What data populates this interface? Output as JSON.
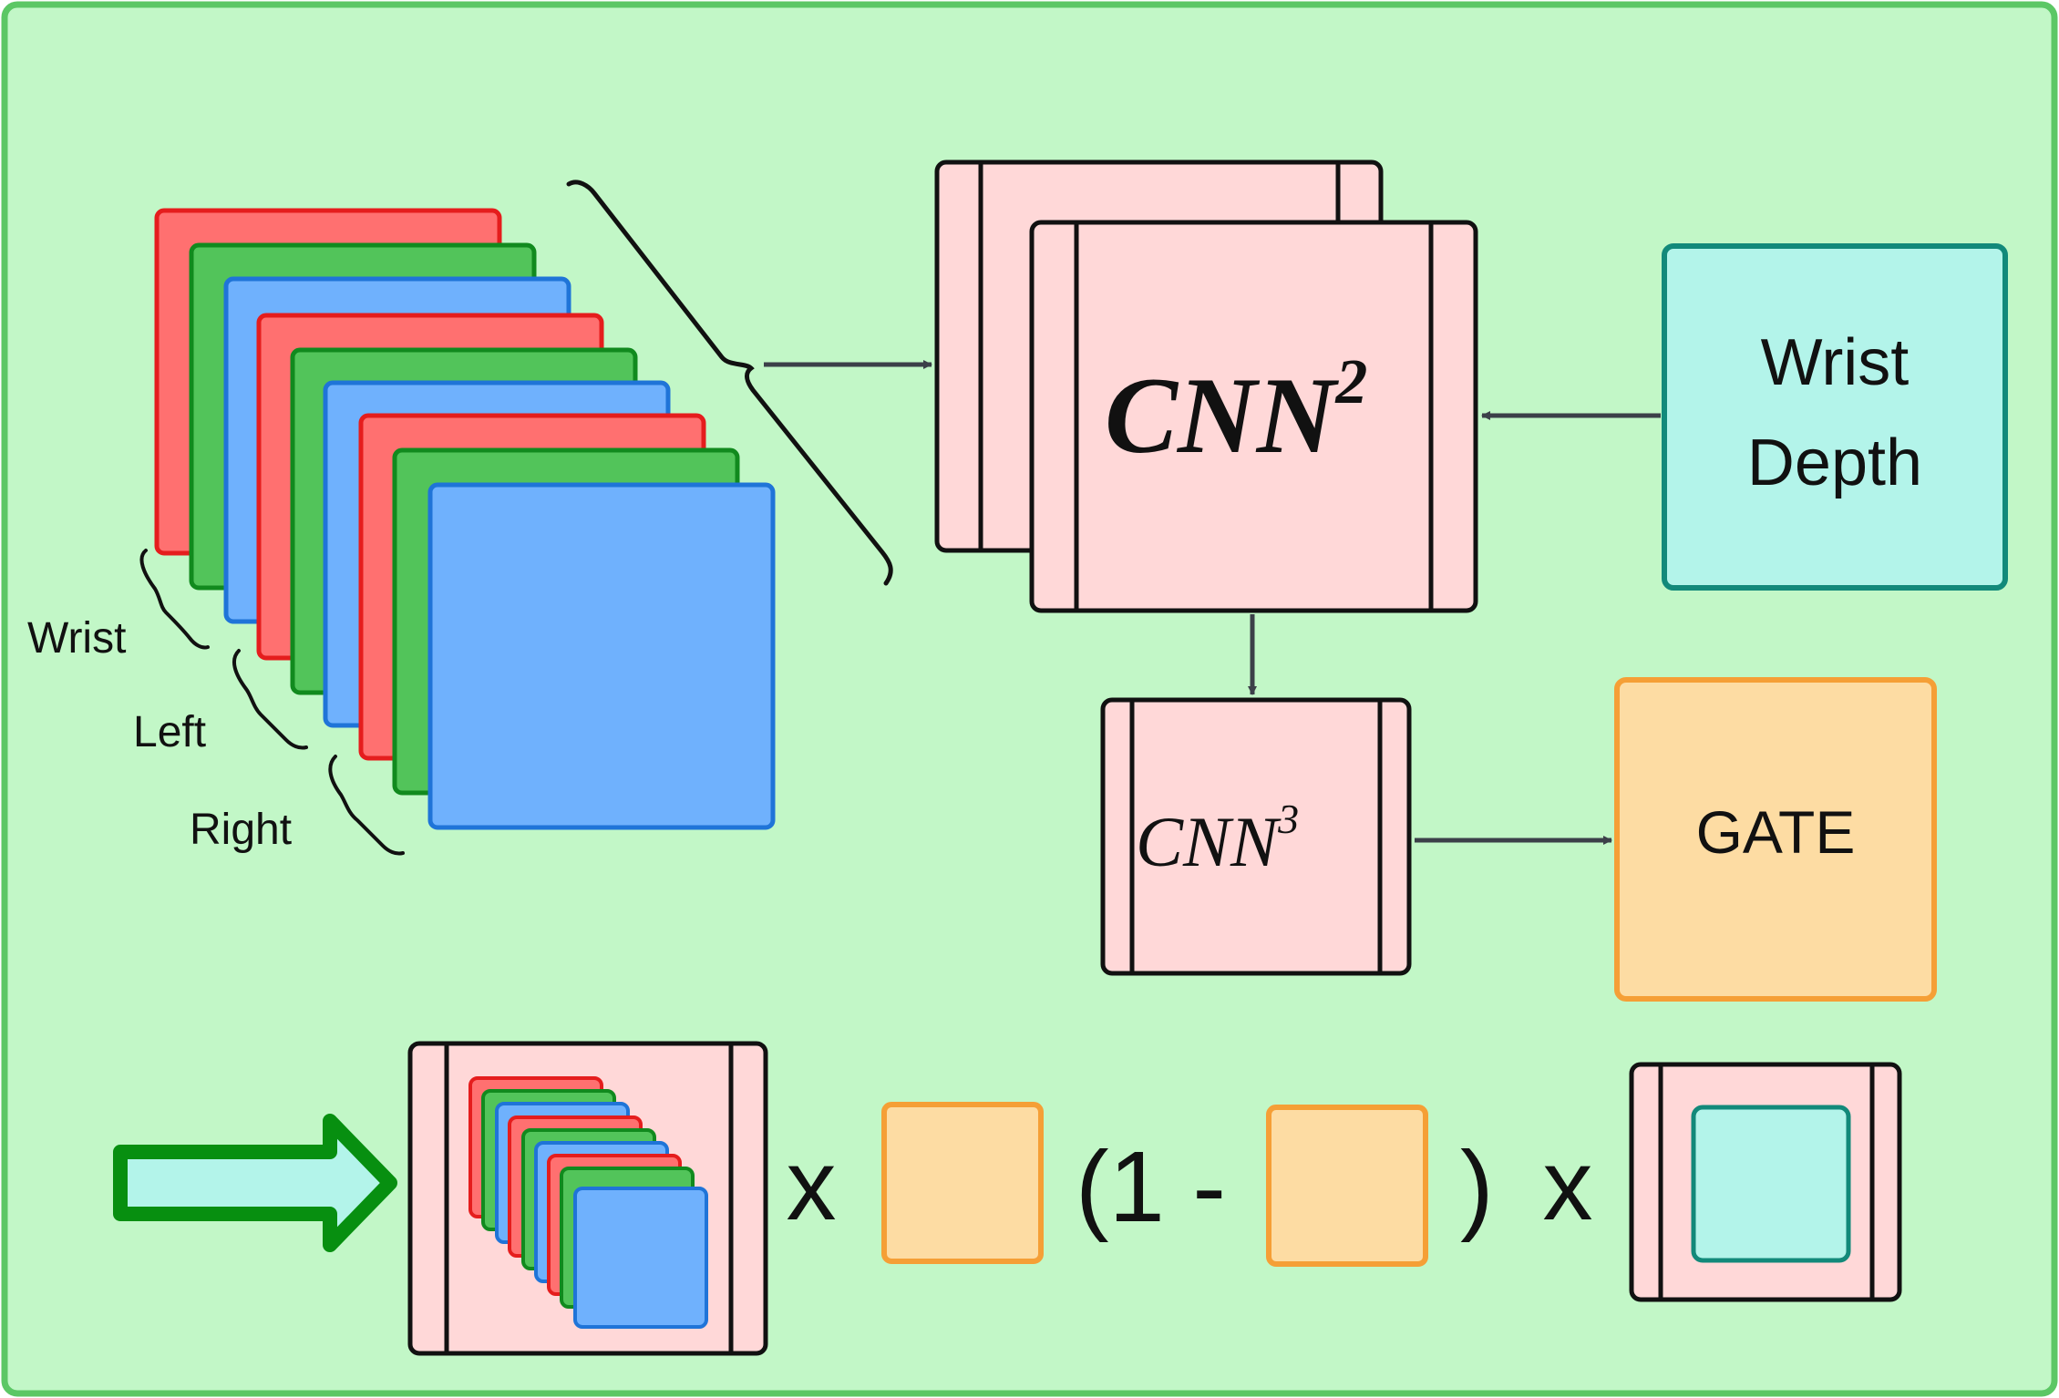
{
  "labels": {
    "stack_wrist": "Wrist",
    "stack_left": "Left",
    "stack_right": "Right",
    "wrist_depth_line1": "Wrist",
    "wrist_depth_line2": "Depth",
    "gate": "GATE"
  },
  "cnn2": {
    "base": "CNN",
    "sup": "2"
  },
  "cnn3": {
    "base": "CNN",
    "sup": "3"
  },
  "formula": {
    "times_1": "x",
    "one_minus": "(1 -",
    "close_paren": ")",
    "times_2": "x"
  },
  "colors": {
    "background": "#c2f7c7",
    "border": "#5cc765",
    "red": "#ff7070",
    "red_stroke": "#e51d1d",
    "green": "#52c45a",
    "green_stroke": "#118a1e",
    "blue": "#6fb1fd",
    "blue_stroke": "#1f74d8",
    "cnn_fill": "#ffd8d8",
    "depth_fill": "#b3f4ea",
    "depth_stroke": "#12897a",
    "gate_fill": "#fddca3",
    "gate_stroke": "#f59f36",
    "arrow": "#3c4049",
    "big_arrow_stroke": "#078f10"
  }
}
